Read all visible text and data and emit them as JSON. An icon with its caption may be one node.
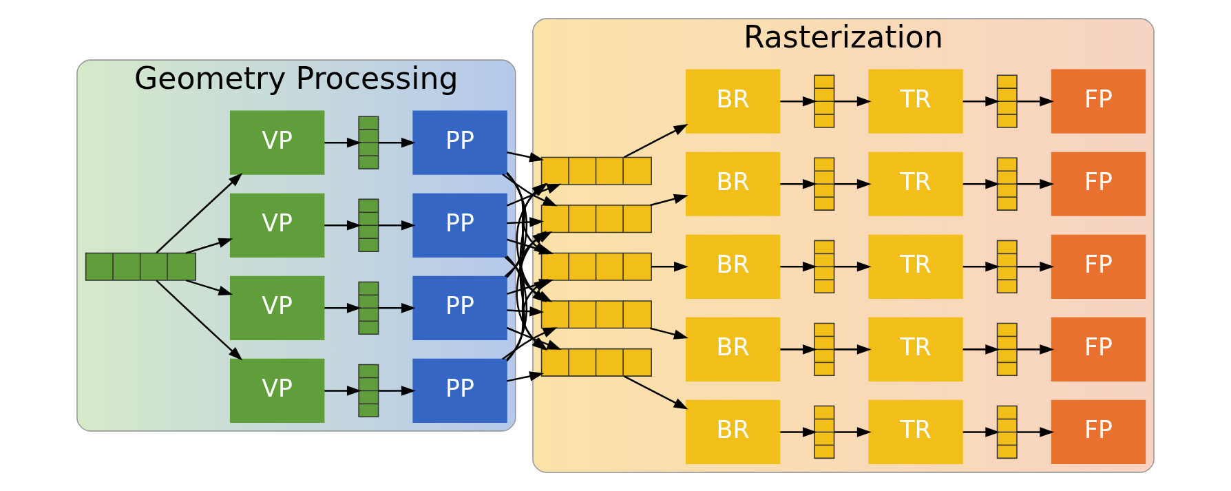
{
  "diagram": {
    "nodes": [
      {
        "text": [
          "Geometry Processing"
        ]
      },
      {
        "text": [],
        "shape": "box",
        "in": 0
      },
      {
        "text": [
          "VP"
        ],
        "in": 0
      },
      {
        "text": [
          "VP"
        ],
        "in": 0
      },
      {
        "text": [
          "VP"
        ],
        "in": 0
      },
      {
        "text": [
          "VP"
        ],
        "in": 0
      },
      {
        "text": [],
        "shape": "box",
        "in": 0
      },
      {
        "text": [],
        "shape": "box",
        "in": 0
      },
      {
        "text": [],
        "shape": "box",
        "in": 0
      },
      {
        "text": [],
        "shape": "box",
        "in": 0
      },
      {
        "text": [
          "PP"
        ],
        "in": 0
      },
      {
        "text": [
          "PP"
        ],
        "in": 0
      },
      {
        "text": [
          "PP"
        ],
        "in": 0
      },
      {
        "text": [
          "PP"
        ],
        "in": 0
      },
      {
        "text": [
          "Rasterization"
        ]
      },
      {
        "text": [],
        "shape": "box",
        "in": 14
      },
      {
        "text": [],
        "shape": "box",
        "in": 14
      },
      {
        "text": [],
        "shape": "box",
        "in": 14
      },
      {
        "text": [],
        "shape": "box",
        "in": 14
      },
      {
        "text": [],
        "shape": "box",
        "in": 14
      },
      {
        "text": [
          "BR"
        ],
        "in": 14
      },
      {
        "text": [
          "BR"
        ],
        "in": 14
      },
      {
        "text": [
          "BR"
        ],
        "in": 14
      },
      {
        "text": [
          "BR"
        ],
        "in": 14
      },
      {
        "text": [
          "BR"
        ],
        "in": 14
      },
      {
        "text": [],
        "shape": "box",
        "in": 14
      },
      {
        "text": [],
        "shape": "box",
        "in": 14
      },
      {
        "text": [],
        "shape": "box",
        "in": 14
      },
      {
        "text": [],
        "shape": "box",
        "in": 14
      },
      {
        "text": [],
        "shape": "box",
        "in": 14
      },
      {
        "text": [
          "TR"
        ],
        "in": 14
      },
      {
        "text": [
          "TR"
        ],
        "in": 14
      },
      {
        "text": [
          "TR"
        ],
        "in": 14
      },
      {
        "text": [
          "TR"
        ],
        "in": 14
      },
      {
        "text": [
          "TR"
        ],
        "in": 14
      },
      {
        "text": [],
        "shape": "box",
        "in": 14
      },
      {
        "text": [],
        "shape": "box",
        "in": 14
      },
      {
        "text": [],
        "shape": "box",
        "in": 14
      },
      {
        "text": [],
        "shape": "box",
        "in": 14
      },
      {
        "text": [],
        "shape": "box",
        "in": 14
      },
      {
        "text": [
          "FP"
        ],
        "in": 14
      },
      {
        "text": [
          "FP"
        ],
        "in": 14
      },
      {
        "text": [
          "FP"
        ],
        "in": 14
      },
      {
        "text": [
          "FP"
        ],
        "in": 14
      },
      {
        "text": [
          "FP"
        ],
        "in": 14
      }
    ],
    "edges": [
      {
        "from": 1,
        "to": 2,
        "arrow": "to"
      },
      {
        "from": 1,
        "to": 3,
        "arrow": "to"
      },
      {
        "from": 1,
        "to": 4,
        "arrow": "to"
      },
      {
        "from": 1,
        "to": 5,
        "arrow": "to"
      },
      {
        "from": 2,
        "to": 6,
        "arrow": "to"
      },
      {
        "from": 3,
        "to": 7,
        "arrow": "to"
      },
      {
        "from": 4,
        "to": 8,
        "arrow": "to"
      },
      {
        "from": 5,
        "to": 9,
        "arrow": "to"
      },
      {
        "from": 6,
        "to": 10,
        "arrow": "to"
      },
      {
        "from": 7,
        "to": 11,
        "arrow": "to"
      },
      {
        "from": 8,
        "to": 12,
        "arrow": "to"
      },
      {
        "from": 9,
        "to": 13,
        "arrow": "to"
      },
      {
        "from": 10,
        "to": 15,
        "arrow": "to"
      },
      {
        "from": 10,
        "to": 16,
        "arrow": "to"
      },
      {
        "from": 10,
        "to": 17,
        "arrow": "to"
      },
      {
        "from": 10,
        "to": 18,
        "arrow": "to"
      },
      {
        "from": 10,
        "to": 19,
        "arrow": "to"
      },
      {
        "from": 11,
        "to": 15,
        "arrow": "to"
      },
      {
        "from": 11,
        "to": 16,
        "arrow": "to"
      },
      {
        "from": 11,
        "to": 17,
        "arrow": "to"
      },
      {
        "from": 11,
        "to": 18,
        "arrow": "to"
      },
      {
        "from": 11,
        "to": 19,
        "arrow": "to"
      },
      {
        "from": 12,
        "to": 15,
        "arrow": "to"
      },
      {
        "from": 12,
        "to": 16,
        "arrow": "to"
      },
      {
        "from": 12,
        "to": 17,
        "arrow": "to"
      },
      {
        "from": 12,
        "to": 18,
        "arrow": "to"
      },
      {
        "from": 12,
        "to": 19,
        "arrow": "to"
      },
      {
        "from": 13,
        "to": 15,
        "arrow": "to"
      },
      {
        "from": 13,
        "to": 16,
        "arrow": "to"
      },
      {
        "from": 13,
        "to": 17,
        "arrow": "to"
      },
      {
        "from": 13,
        "to": 18,
        "arrow": "to"
      },
      {
        "from": 13,
        "to": 19,
        "arrow": "to"
      },
      {
        "from": 15,
        "to": 20,
        "arrow": "to"
      },
      {
        "from": 16,
        "to": 21,
        "arrow": "to"
      },
      {
        "from": 17,
        "to": 22,
        "arrow": "to"
      },
      {
        "from": 18,
        "to": 23,
        "arrow": "to"
      },
      {
        "from": 19,
        "to": 24,
        "arrow": "to"
      },
      {
        "from": 20,
        "to": 25,
        "arrow": "to"
      },
      {
        "from": 21,
        "to": 26,
        "arrow": "to"
      },
      {
        "from": 22,
        "to": 27,
        "arrow": "to"
      },
      {
        "from": 23,
        "to": 28,
        "arrow": "to"
      },
      {
        "from": 24,
        "to": 29,
        "arrow": "to"
      },
      {
        "from": 25,
        "to": 30,
        "arrow": "to"
      },
      {
        "from": 26,
        "to": 31,
        "arrow": "to"
      },
      {
        "from": 27,
        "to": 32,
        "arrow": "to"
      },
      {
        "from": 28,
        "to": 33,
        "arrow": "to"
      },
      {
        "from": 29,
        "to": 34,
        "arrow": "to"
      },
      {
        "from": 30,
        "to": 35,
        "arrow": "to"
      },
      {
        "from": 31,
        "to": 36,
        "arrow": "to"
      },
      {
        "from": 32,
        "to": 37,
        "arrow": "to"
      },
      {
        "from": 33,
        "to": 38,
        "arrow": "to"
      },
      {
        "from": 34,
        "to": 39,
        "arrow": "to"
      },
      {
        "from": 35,
        "to": 40,
        "arrow": "to"
      },
      {
        "from": 36,
        "to": 41,
        "arrow": "to"
      },
      {
        "from": 37,
        "to": 42,
        "arrow": "to"
      },
      {
        "from": 38,
        "to": 43,
        "arrow": "to"
      },
      {
        "from": 39,
        "to": 44,
        "arrow": "to"
      }
    ]
  }
}
